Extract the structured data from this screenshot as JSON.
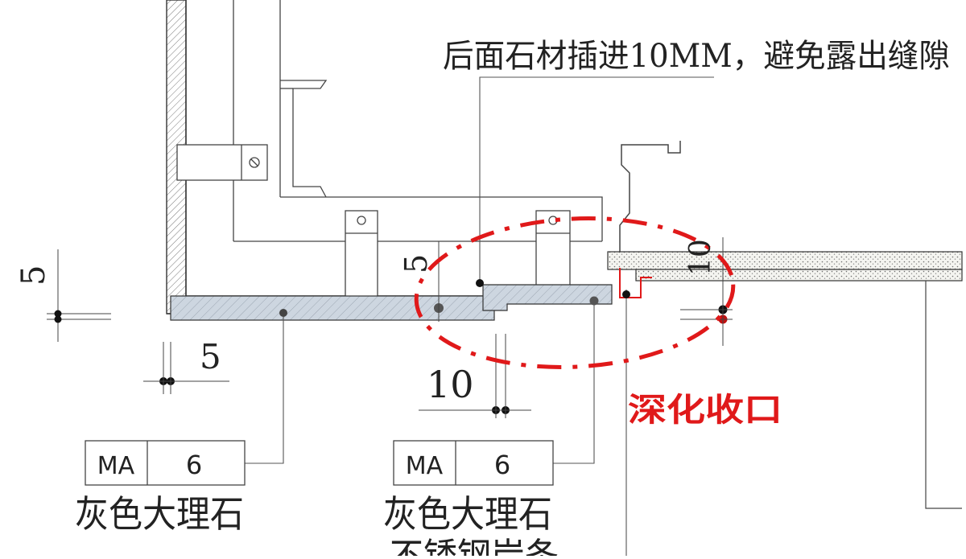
{
  "annotations": {
    "top_note": "后面石材插进10MM，避免露出缝隙",
    "callout_red": "深化收口"
  },
  "dimensions": {
    "left_vertical": "5",
    "left_horizontal": "5",
    "mid_vertical": "5",
    "mid_horizontal": "10",
    "right_vertical": "10"
  },
  "tags": [
    {
      "code": "MA",
      "number": "6",
      "desc": "灰色大理石"
    },
    {
      "code": "MA",
      "number": "6",
      "desc": "灰色大理石",
      "desc2": "不锈钢岸条"
    }
  ],
  "colors": {
    "line": "#2b2b2b",
    "red": "#e0191a",
    "stone_fill": "#c9d3de",
    "hatch": "#6a6a6a"
  }
}
